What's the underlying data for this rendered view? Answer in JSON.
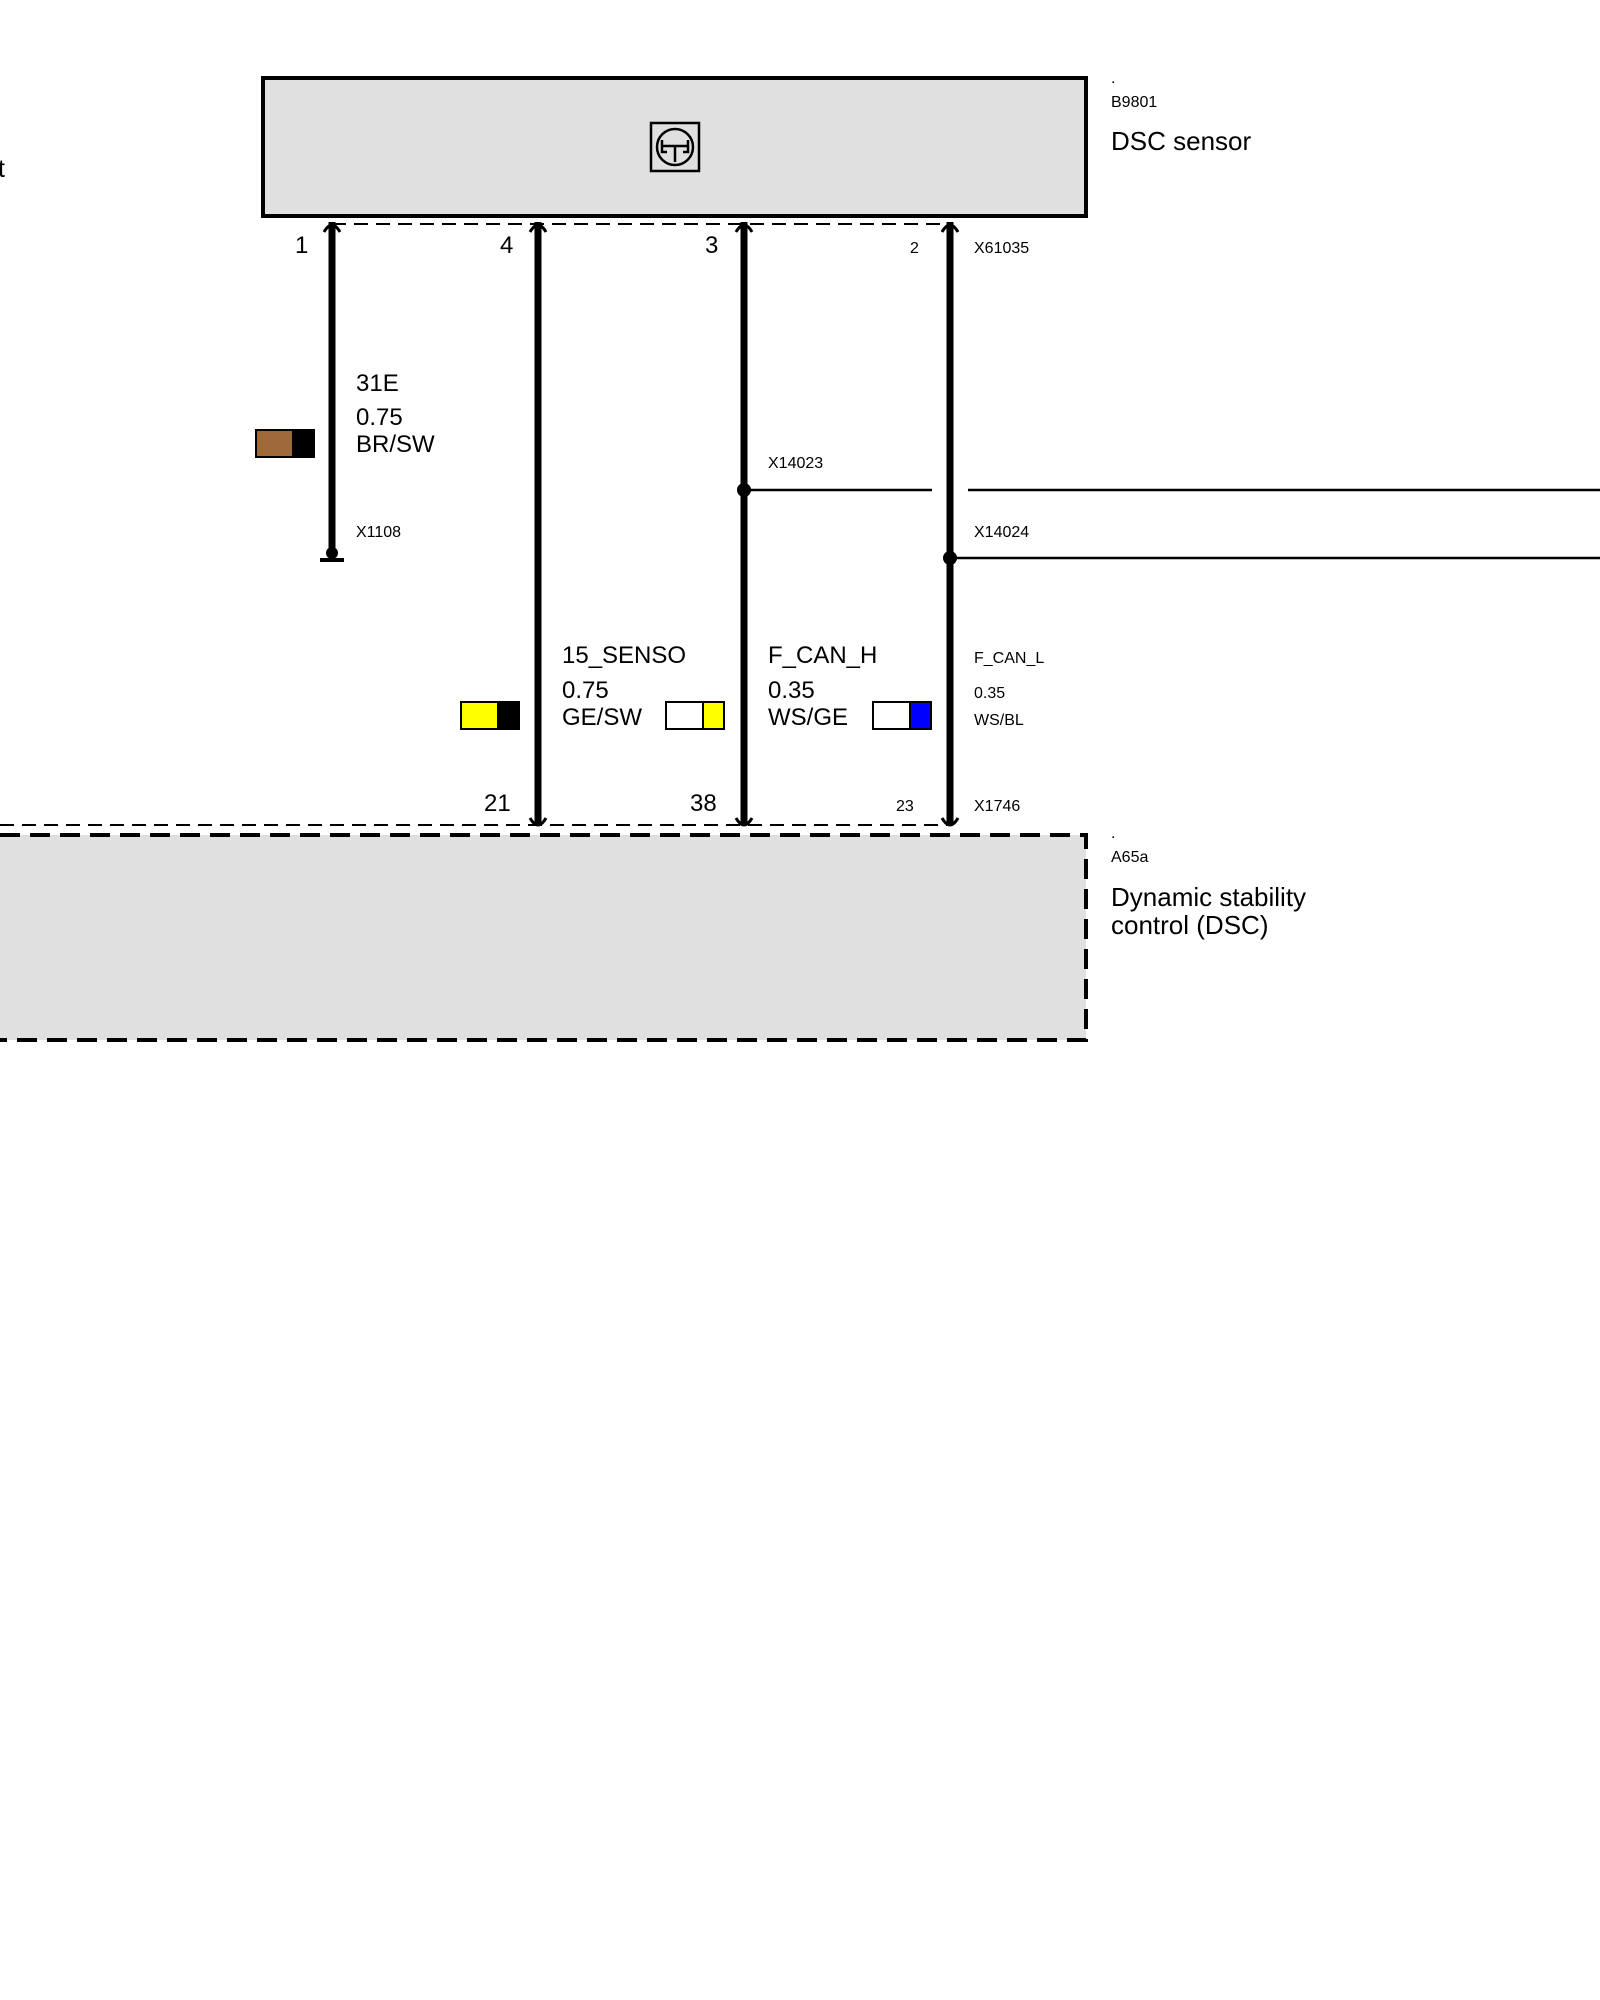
{
  "page_edge_text": "t",
  "sensor": {
    "dot": ".",
    "code": "B9801",
    "name": "DSC sensor",
    "connector": "X61035",
    "pins": [
      "1",
      "4",
      "3",
      "2"
    ]
  },
  "ground": {
    "circuit": "31E",
    "gauge": "0.75",
    "color_code": "BR/SW",
    "ground_point": "X1108",
    "colors": [
      "#a0693a",
      "#000000"
    ]
  },
  "splices": [
    {
      "code": "X14023"
    },
    {
      "code": "X14024"
    }
  ],
  "wires": [
    {
      "signal": "15_SENSO",
      "gauge": "0.75",
      "color_code": "GE/SW",
      "colors": [
        "#ffff00",
        "#000000"
      ]
    },
    {
      "signal": "F_CAN_H",
      "gauge": "0.35",
      "color_code": "WS/GE",
      "colors": [
        "#ffffff",
        "#ffff00"
      ]
    },
    {
      "signal": "F_CAN_L",
      "gauge": "0.35",
      "color_code": "WS/BL",
      "colors": [
        "#ffffff",
        "#0000ff"
      ]
    }
  ],
  "controller": {
    "dot": ".",
    "code": "A65a",
    "name_line1": "Dynamic stability",
    "name_line2": "control (DSC)",
    "connector": "X1746",
    "pins": [
      "21",
      "38",
      "23"
    ]
  },
  "colors": {
    "box_fill": "#e0e0e0",
    "line": "#000000"
  }
}
